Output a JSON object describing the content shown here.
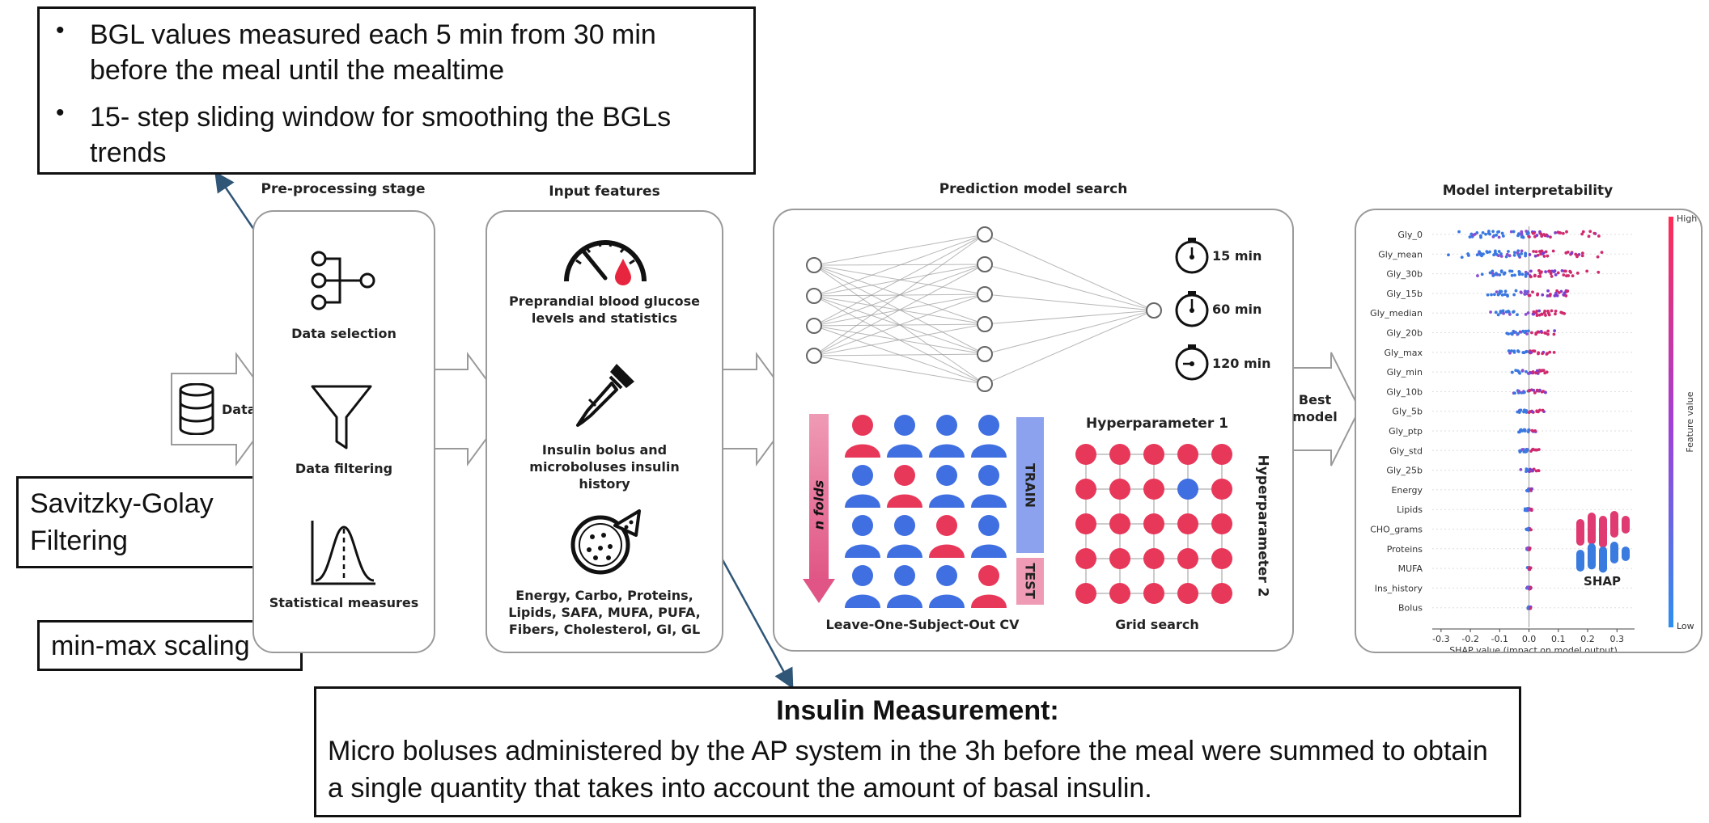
{
  "callout_top": {
    "bullets": [
      "BGL values measured each 5 min from 30 min before the meal until the mealtime",
      "15- step sliding window for smoothing the BGLs trends"
    ]
  },
  "callout_sg": {
    "text": "Savitzky-Golay Filtering"
  },
  "callout_minmax": {
    "text": "min-max scaling"
  },
  "callout_insulin": {
    "title": "Insulin Measurement:",
    "body": "Micro boluses administered by the AP system in the 3h before the meal were summed to obtain a single quantity that takes into account the amount of basal insulin."
  },
  "data_arrow": {
    "label": "Data"
  },
  "preprocessing": {
    "title": "Pre-processing stage",
    "data_selection": "Data selection",
    "data_filtering": "Data filtering",
    "statistical_measures": "Statistical measures"
  },
  "input_features": {
    "title": "Input features",
    "glucose": "Preprandial blood glucose levels and statistics",
    "insulin": "Insulin bolus and microboluses insulin history",
    "meal": "Energy, Carbo, Proteins, Lipids, SAFA, MUFA, PUFA, Fibers, Cholesterol, GI, GL"
  },
  "model_search": {
    "title": "Prediction model search",
    "horizons": [
      "15 min",
      "60 min",
      "120 min"
    ],
    "n_folds": "n folds",
    "train": "TRAIN",
    "test": "TEST",
    "loso": "Leave-One-Subject-Out CV",
    "hyper1": "Hyperparameter 1",
    "hyper2": "Hyperparameter 2",
    "grid": "Grid search"
  },
  "best_model": "Best model",
  "interpretability": {
    "title": "Model interpretability",
    "features": [
      "Gly_0",
      "Gly_mean",
      "Gly_30b",
      "Gly_15b",
      "Gly_median",
      "Gly_20b",
      "Gly_max",
      "Gly_min",
      "Gly_10b",
      "Gly_5b",
      "Gly_ptp",
      "Gly_std",
      "Gly_25b",
      "Energy",
      "Lipids",
      "CHO_grams",
      "Proteins",
      "MUFA",
      "Ins_history",
      "Bolus"
    ],
    "ticks": [
      "-0.3",
      "-0.2",
      "-0.1",
      "0.0",
      "0.1",
      "0.2",
      "0.3"
    ],
    "xlabel": "SHAP value (impact on model output)",
    "colorbar_high": "High",
    "colorbar_low": "Low",
    "colorbar_label": "Feature value",
    "logo_text": "SHAP"
  },
  "colors": {
    "red": "#e8385a",
    "blue": "#3f6fe0",
    "pink_arrow": "#ea7fa0",
    "train_blue": "#8ca2ee",
    "connector": "#2f5577",
    "panel_border": "#9a9a9a"
  }
}
